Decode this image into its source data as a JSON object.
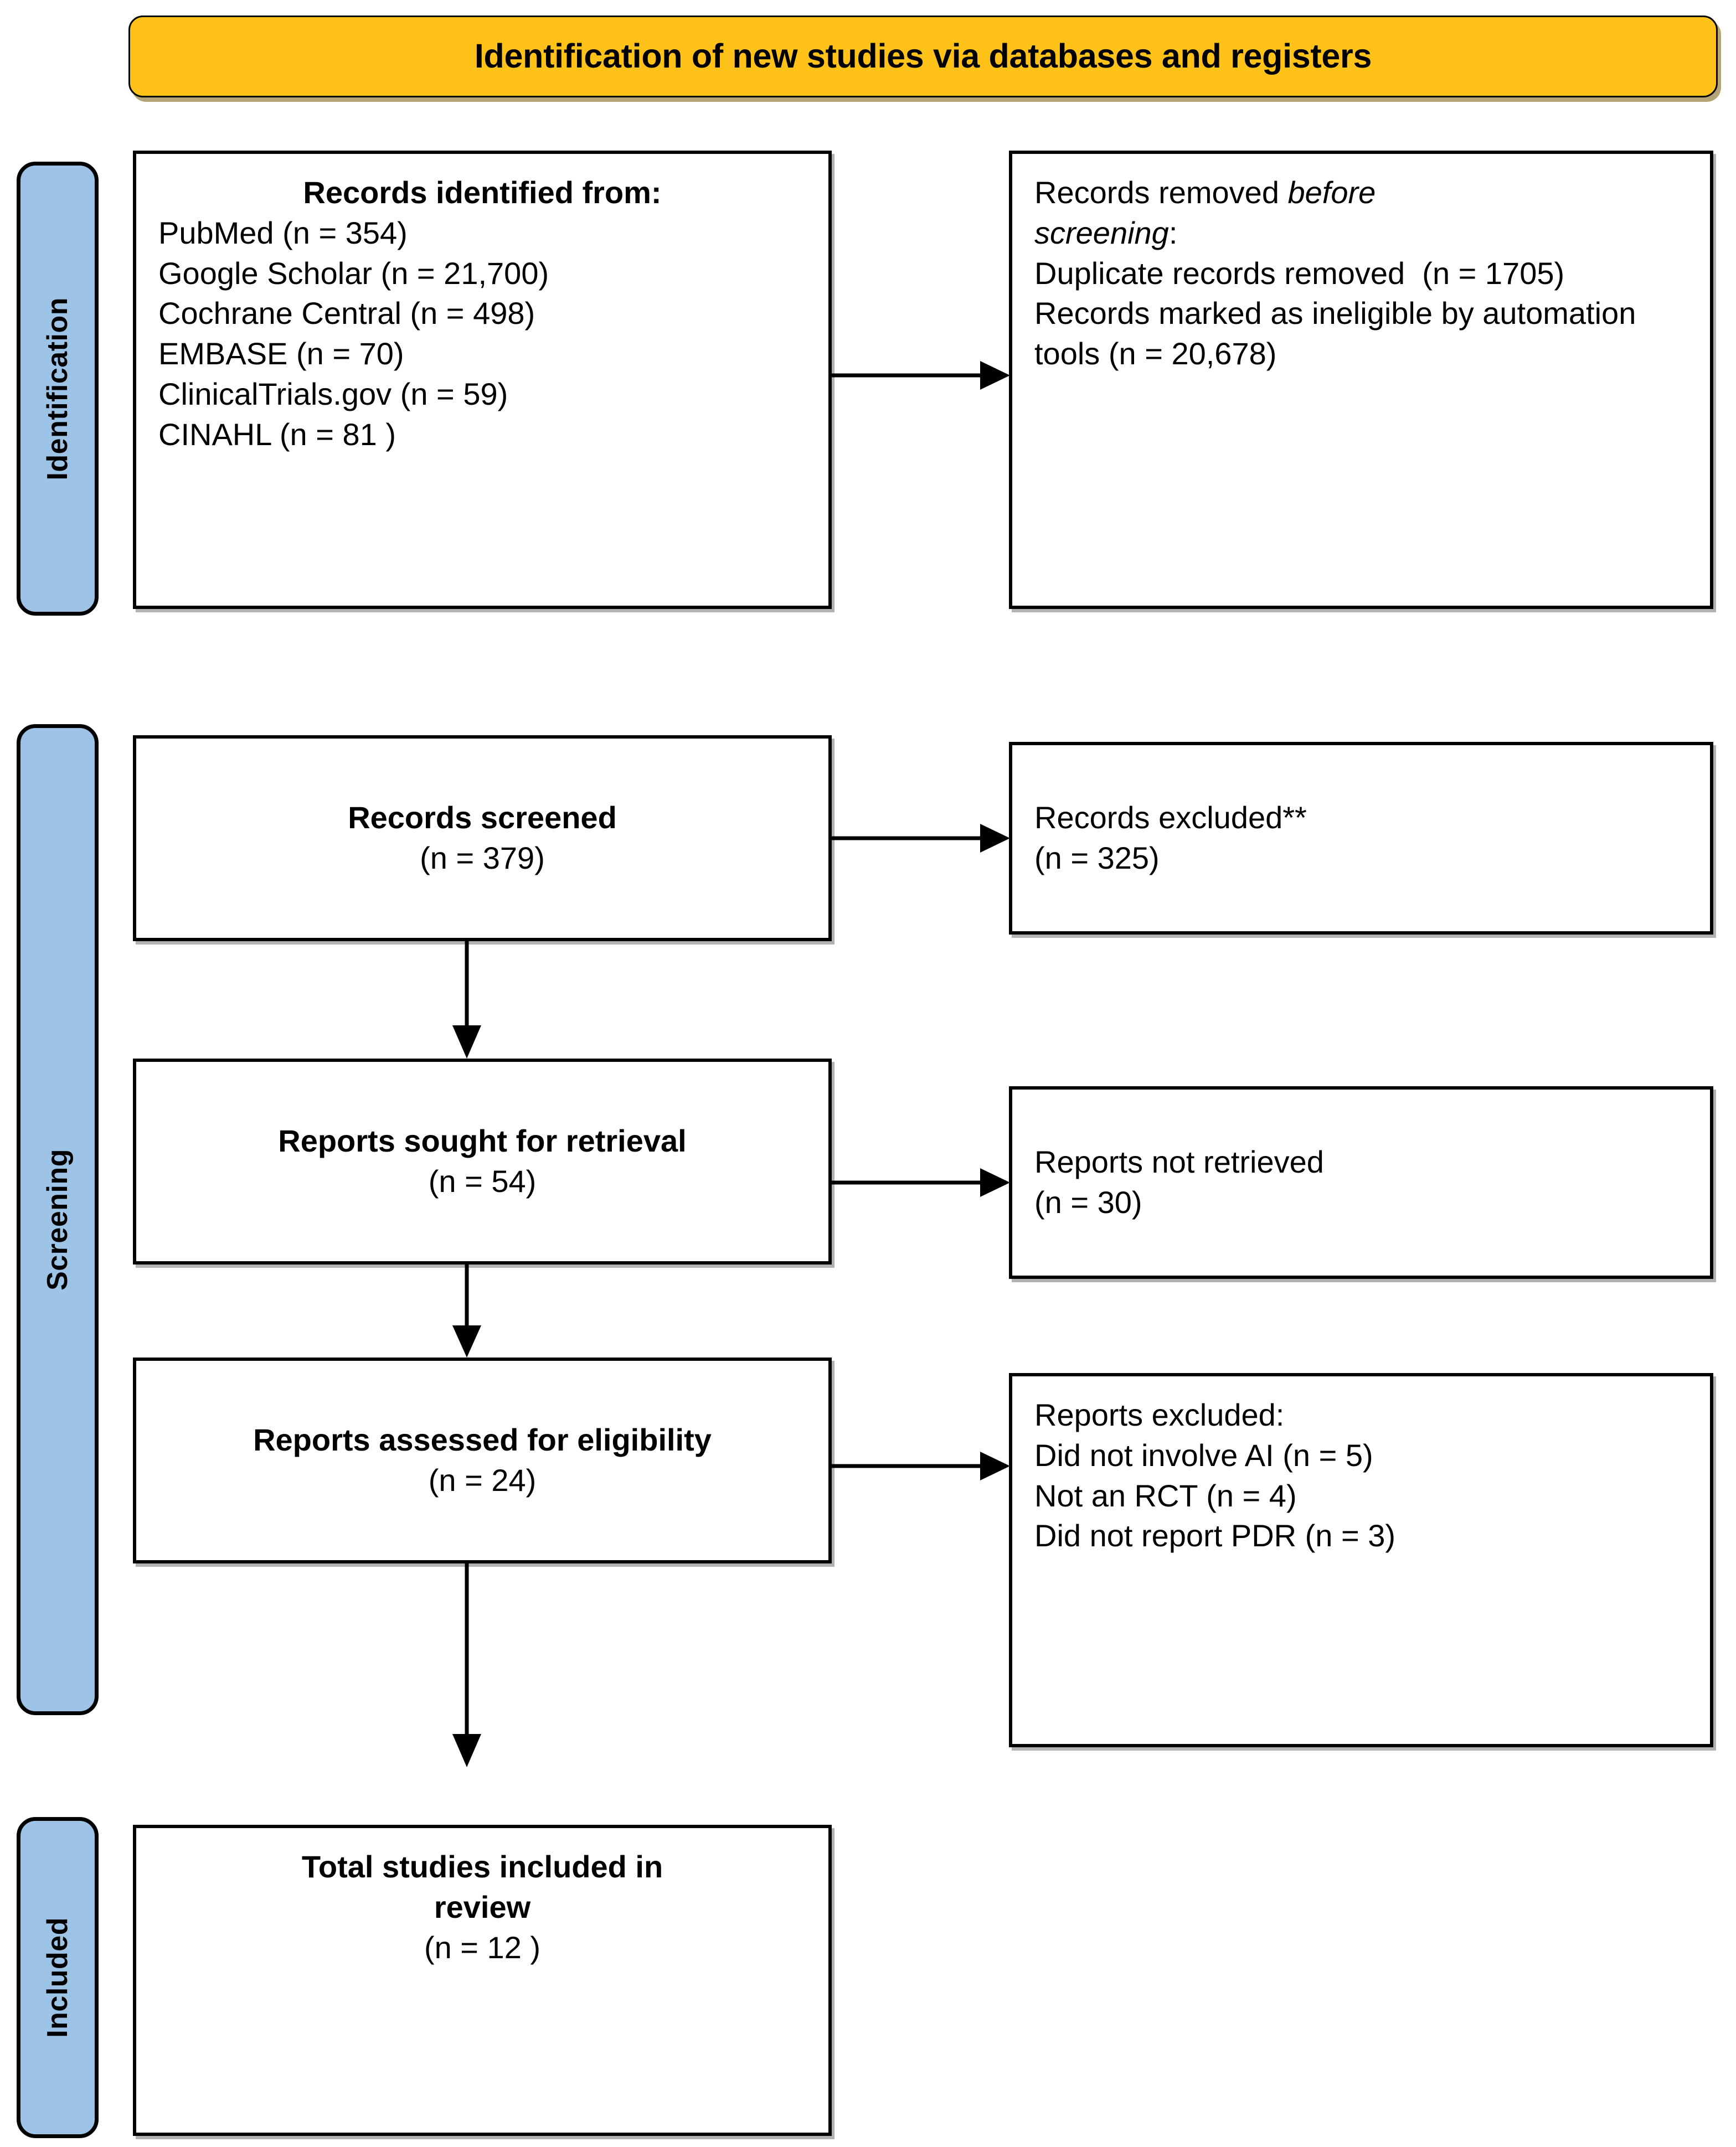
{
  "banner": {
    "title": "Identification of new studies via databases and registers",
    "background_color": "#FFC219"
  },
  "stages": {
    "identification": "Identification",
    "screening": "Screening",
    "included": "Included",
    "tab_color": "#9DC3E6"
  },
  "boxes": {
    "identified": {
      "heading": "Records identified from:",
      "lines": [
        "PubMed (n = 354)",
        "Google Scholar (n = 21,700)",
        "Cochrane Central (n = 498)",
        "EMBASE (n = 70)",
        "ClinicalTrials.gov (n = 59)",
        "CINAHL (n = 81 )"
      ]
    },
    "removed": {
      "line1_prefix": "Records removed ",
      "line1_italic": "before",
      "line2_italic": "screening",
      "line2_suffix": ":",
      "lines": [
        "Duplicate records removed  (n = 1705)",
        "Records marked as ineligible by automation tools (n = 20,678)"
      ]
    },
    "screened": {
      "heading": "Records screened",
      "count": "(n = 379)"
    },
    "records_excluded": {
      "heading": "Records excluded**",
      "count": "(n = 325)"
    },
    "sought": {
      "heading": "Reports sought for retrieval",
      "count": "(n = 54)"
    },
    "not_retrieved": {
      "heading": "Reports not retrieved",
      "count": "(n = 30)"
    },
    "assessed": {
      "heading": "Reports assessed for eligibility",
      "count": "(n = 24)"
    },
    "reports_excluded": {
      "heading": "Reports excluded:",
      "lines": [
        "Did not involve AI (n = 5)",
        "Not an RCT (n = 4)",
        "Did not report PDR (n = 3)"
      ]
    },
    "included_total": {
      "heading": "Total studies included in review",
      "count": "(n = 12 )"
    }
  }
}
